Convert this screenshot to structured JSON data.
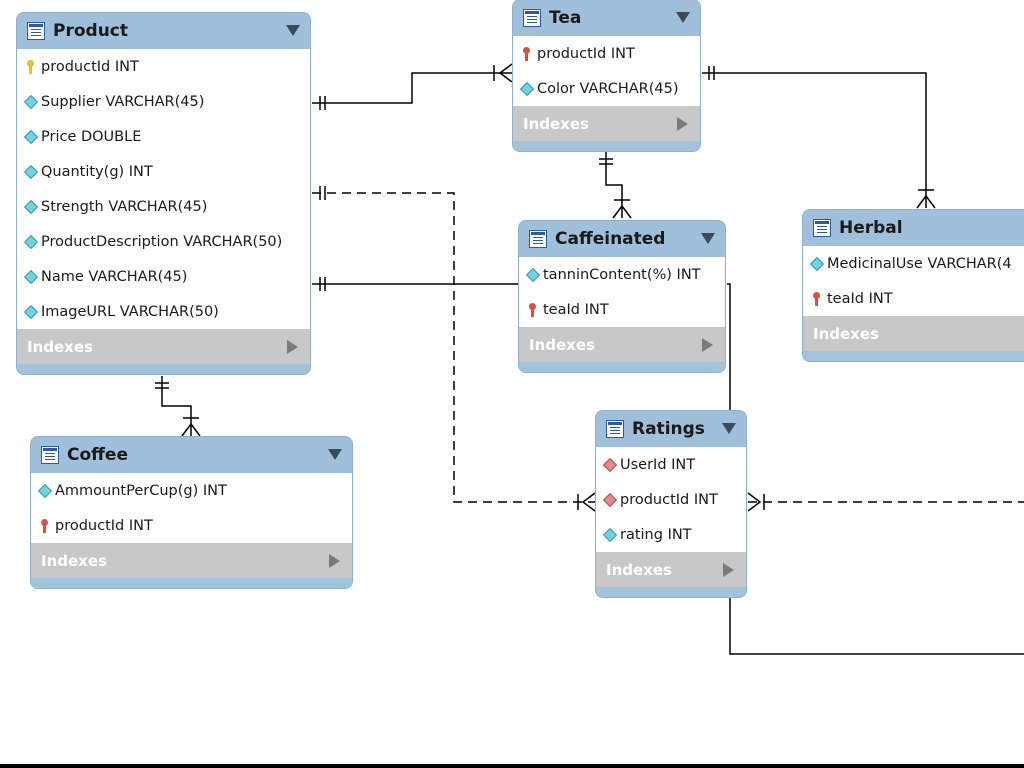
{
  "diagram": {
    "tables": [
      {
        "id": "product",
        "name": "Product",
        "columns": [
          {
            "label": "productId INT",
            "icon": "primary-key-icon"
          },
          {
            "label": "Supplier VARCHAR(45)",
            "icon": "column-icon"
          },
          {
            "label": "Price DOUBLE",
            "icon": "column-icon"
          },
          {
            "label": "Quantity(g) INT",
            "icon": "column-icon"
          },
          {
            "label": "Strength VARCHAR(45)",
            "icon": "column-icon"
          },
          {
            "label": "ProductDescription VARCHAR(50)",
            "icon": "column-icon"
          },
          {
            "label": "Name VARCHAR(45)",
            "icon": "column-icon"
          },
          {
            "label": "ImageURL VARCHAR(50)",
            "icon": "column-icon"
          }
        ],
        "indexes_label": "Indexes"
      },
      {
        "id": "tea",
        "name": "Tea",
        "columns": [
          {
            "label": "productId INT",
            "icon": "foreign-key-icon"
          },
          {
            "label": "Color VARCHAR(45)",
            "icon": "column-icon"
          }
        ],
        "indexes_label": "Indexes"
      },
      {
        "id": "caffeinated",
        "name": "Caffeinated",
        "columns": [
          {
            "label": "tanninContent(%) INT",
            "icon": "column-icon"
          },
          {
            "label": "teaId INT",
            "icon": "foreign-key-icon"
          }
        ],
        "indexes_label": "Indexes"
      },
      {
        "id": "herbal",
        "name": "Herbal",
        "columns": [
          {
            "label": "MedicinalUse VARCHAR(4",
            "icon": "column-icon"
          },
          {
            "label": "teaId INT",
            "icon": "foreign-key-icon"
          }
        ],
        "indexes_label": "Indexes"
      },
      {
        "id": "coffee",
        "name": "Coffee",
        "columns": [
          {
            "label": "AmmountPerCup(g) INT",
            "icon": "column-icon"
          },
          {
            "label": "productId INT",
            "icon": "foreign-key-icon"
          }
        ],
        "indexes_label": "Indexes"
      },
      {
        "id": "ratings",
        "name": "Ratings",
        "columns": [
          {
            "label": "UserId INT",
            "icon": "fk-column-icon"
          },
          {
            "label": "productId INT",
            "icon": "fk-column-icon"
          },
          {
            "label": "rating INT",
            "icon": "column-icon"
          }
        ],
        "indexes_label": "Indexes"
      }
    ],
    "relationships": [
      {
        "from": "product",
        "to": "tea",
        "style": "identifying",
        "cardinality": "one-to-many"
      },
      {
        "from": "tea",
        "to": "caffeinated",
        "style": "identifying",
        "cardinality": "one-to-many"
      },
      {
        "from": "tea",
        "to": "herbal",
        "style": "identifying",
        "cardinality": "one-to-many"
      },
      {
        "from": "product",
        "to": "coffee",
        "style": "identifying",
        "cardinality": "one-to-many"
      },
      {
        "from": "product",
        "to": "ratings",
        "style": "non-identifying",
        "cardinality": "one-to-many"
      },
      {
        "from": "product",
        "to": "caffeinated",
        "style": "identifying",
        "cardinality": "one-to-one"
      },
      {
        "from": "ratings",
        "to": "offscreen",
        "style": "non-identifying",
        "cardinality": "many"
      },
      {
        "from": "caffeinated",
        "to": "offscreen",
        "style": "identifying",
        "cardinality": "link"
      }
    ],
    "colors": {
      "header": "#9fbfda",
      "border": "#8fb0cc",
      "indexes_bar": "#c8c8c8",
      "line": "#000000"
    }
  }
}
